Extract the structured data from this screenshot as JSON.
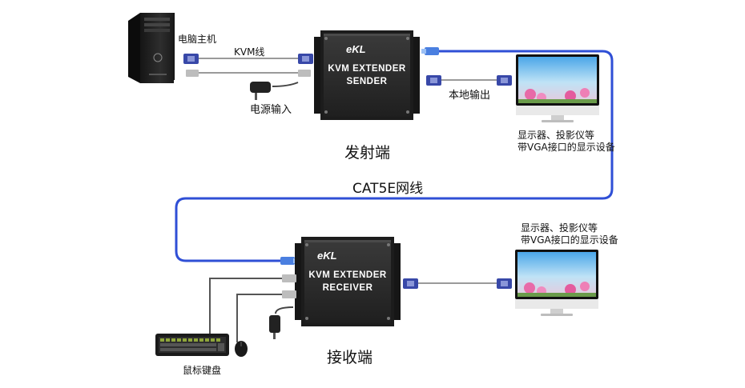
{
  "sender": {
    "logo": "eKL",
    "model_line1": "KVM EXTENDER",
    "model_line2": "SENDER",
    "caption": "发射端"
  },
  "receiver": {
    "logo": "eKL",
    "model_line1": "KVM EXTENDER",
    "model_line2": "RECEIVER",
    "caption": "接收端"
  },
  "labels": {
    "pc_host": "电脑主机",
    "kvm_cable": "KVM线",
    "power_input": "电源输入",
    "local_output": "本地输出",
    "display_top_line1": "显示器、投影仪等",
    "display_top_line2": "带VGA接口的显示设备",
    "network_cable": "CAT5E网线",
    "display_bottom_line1": "显示器、投影仪等",
    "display_bottom_line2": "带VGA接口的显示设备",
    "keyboard_mouse": "鼠标键盘"
  },
  "colors": {
    "network_cable": "#2f4fd6",
    "device_body": "#2b2b2b",
    "device_plate": "#6b6b6b",
    "vga_plug": "#3848a8"
  }
}
